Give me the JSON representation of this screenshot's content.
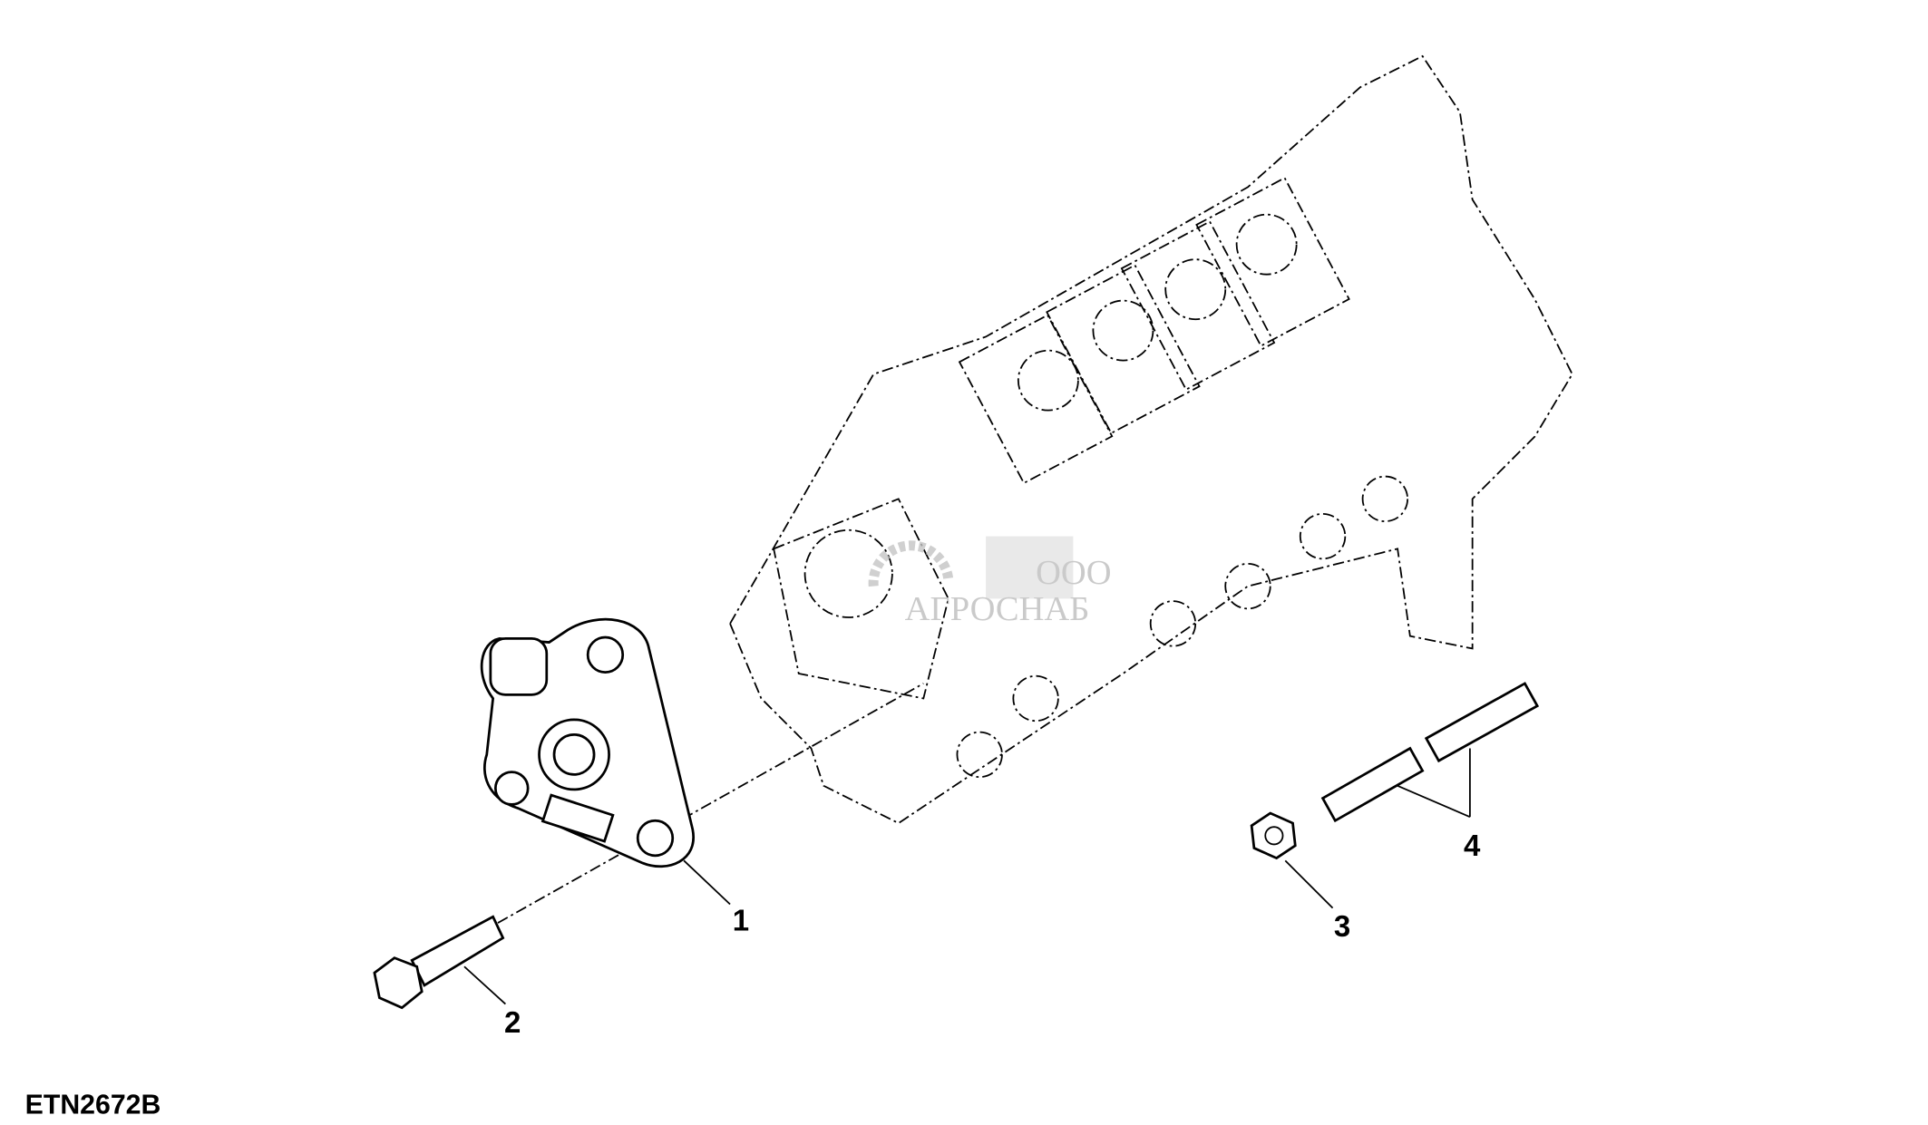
{
  "figure_code": "ETN2672B",
  "callouts": [
    {
      "number": "1",
      "part": "flange-plate"
    },
    {
      "number": "2",
      "part": "cap-screw"
    },
    {
      "number": "3",
      "part": "nut"
    },
    {
      "number": "4",
      "part": "stud"
    }
  ],
  "watermark": {
    "prefix": "ООО",
    "name": "АГРОСНАБ"
  }
}
